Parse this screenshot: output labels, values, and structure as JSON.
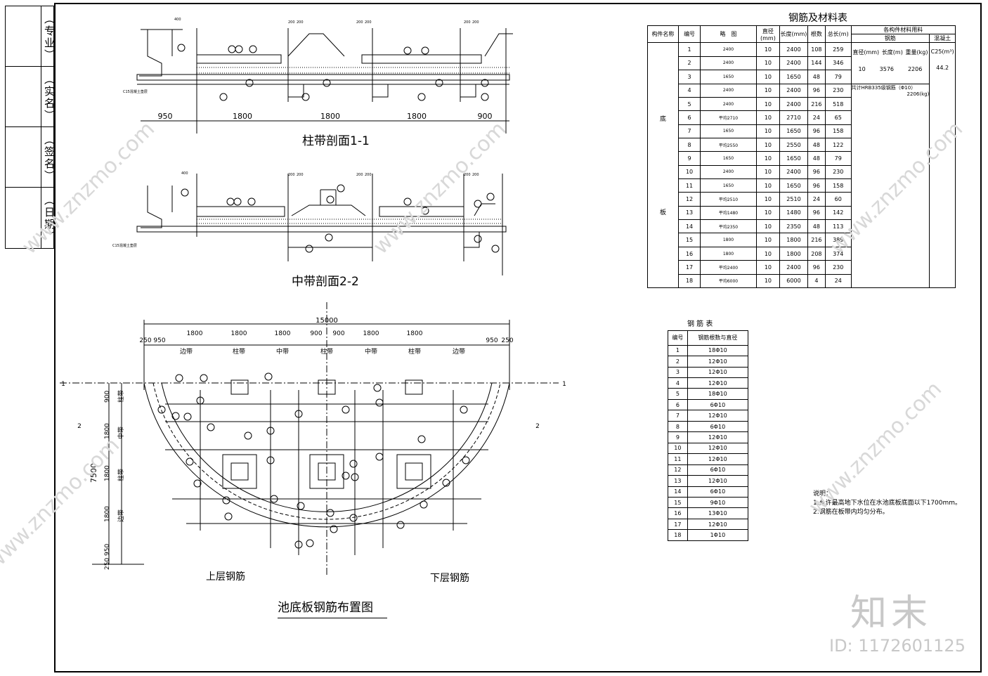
{
  "sidebar": {
    "cells": [
      "（专业）",
      "（实名）",
      "（签名）",
      "（日期）"
    ]
  },
  "sections": {
    "s1": {
      "title": "柱带剖面1-1",
      "dims": [
        "950",
        "1800",
        "1800",
        "1800",
        "900"
      ],
      "top_dims": [
        "400",
        "200",
        "200",
        "200",
        "200",
        "200",
        "200"
      ],
      "note": "C15混凝土垫层"
    },
    "s2": {
      "title": "中带剖面2-2",
      "top_dims": [
        "400",
        "200",
        "200",
        "200",
        "200",
        "200",
        "200"
      ],
      "note": "C15混凝土垫层"
    }
  },
  "plan": {
    "title": "池底板钢筋布置图",
    "overall": "15000",
    "top_dims": [
      "250",
      "950",
      "1800",
      "1800",
      "1800",
      "900",
      "900",
      "1800",
      "1800",
      "950",
      "250"
    ],
    "zones": [
      "边带",
      "柱带",
      "中带",
      "柱带",
      "中带",
      "柱带",
      "边带"
    ],
    "left_dim": "7500",
    "left_dims": [
      "900",
      "1800",
      "1800",
      "1800",
      "950",
      "250"
    ],
    "left_zones": [
      "柱带",
      "中带",
      "柱带",
      "边带"
    ],
    "upper": "上层钢筋",
    "lower": "下层钢筋",
    "axis": [
      "1",
      "1",
      "2",
      "2"
    ]
  },
  "materials": {
    "title": "钢筋及材料表",
    "headers": [
      "构件名称",
      "编号",
      "略　图",
      "直径(mm)",
      "长度(mm)",
      "根数",
      "总长(m)",
      "各构件材料用料"
    ],
    "sub": {
      "steel": "钢筋",
      "conc": "混凝土",
      "dia": "直径(mm)",
      "len": "长度(m)",
      "wt": "重量(kg)",
      "c25": "C25(m³)"
    },
    "names": [
      "底",
      "板"
    ],
    "rows": [
      [
        "1",
        "2400",
        "10",
        "2400",
        "108",
        "259"
      ],
      [
        "2",
        "2400",
        "10",
        "2400",
        "144",
        "346"
      ],
      [
        "3",
        "1650",
        "10",
        "1650",
        "48",
        "79"
      ],
      [
        "4",
        "2400",
        "10",
        "2400",
        "96",
        "230"
      ],
      [
        "5",
        "2400",
        "10",
        "2400",
        "216",
        "518"
      ],
      [
        "6",
        "平均2710",
        "10",
        "2710",
        "24",
        "65"
      ],
      [
        "7",
        "1650",
        "10",
        "1650",
        "96",
        "158"
      ],
      [
        "8",
        "平均2550",
        "10",
        "2550",
        "48",
        "122"
      ],
      [
        "9",
        "1650",
        "10",
        "1650",
        "48",
        "79"
      ],
      [
        "10",
        "2400",
        "10",
        "2400",
        "96",
        "230"
      ],
      [
        "11",
        "1650",
        "10",
        "1650",
        "96",
        "158"
      ],
      [
        "12",
        "平均2510",
        "10",
        "2510",
        "24",
        "60"
      ],
      [
        "13",
        "平均1480",
        "10",
        "1480",
        "96",
        "142"
      ],
      [
        "14",
        "平均2350",
        "10",
        "2350",
        "48",
        "113"
      ],
      [
        "15",
        "1800",
        "10",
        "1800",
        "216",
        "389"
      ],
      [
        "16",
        "1800",
        "10",
        "1800",
        "208",
        "374"
      ],
      [
        "17",
        "平均2400",
        "10",
        "2400",
        "96",
        "230"
      ],
      [
        "18",
        "平均6000",
        "10",
        "6000",
        "4",
        "24"
      ]
    ],
    "summary": {
      "dia": "10",
      "len": "3576",
      "wt": "2206",
      "c25": "44.2",
      "note1": "共计HRB335级钢筋（Φ10）",
      "note2": "2206(kg)"
    }
  },
  "rebar_table": {
    "title": "钢 筋 表",
    "headers": [
      "编号",
      "钢筋根数与直径"
    ],
    "rows": [
      [
        "1",
        "18Φ10"
      ],
      [
        "2",
        "12Φ10"
      ],
      [
        "3",
        "12Φ10"
      ],
      [
        "4",
        "12Φ10"
      ],
      [
        "5",
        "18Φ10"
      ],
      [
        "6",
        "6Φ10"
      ],
      [
        "7",
        "12Φ10"
      ],
      [
        "8",
        "6Φ10"
      ],
      [
        "9",
        "12Φ10"
      ],
      [
        "10",
        "12Φ10"
      ],
      [
        "11",
        "12Φ10"
      ],
      [
        "12",
        "6Φ10"
      ],
      [
        "13",
        "12Φ10"
      ],
      [
        "14",
        "6Φ10"
      ],
      [
        "15",
        "9Φ10"
      ],
      [
        "16",
        "13Φ10"
      ],
      [
        "17",
        "12Φ10"
      ],
      [
        "18",
        "1Φ10"
      ]
    ]
  },
  "notes": {
    "title": "说明：",
    "lines": [
      "1.允许最高地下水位在水池底板底面以下1700mm。",
      "2.钢筋在板带内均匀分布。"
    ]
  },
  "watermark": {
    "brand": "知末",
    "id": "ID: 1172601125",
    "repeat": "www.znzmo.com"
  }
}
